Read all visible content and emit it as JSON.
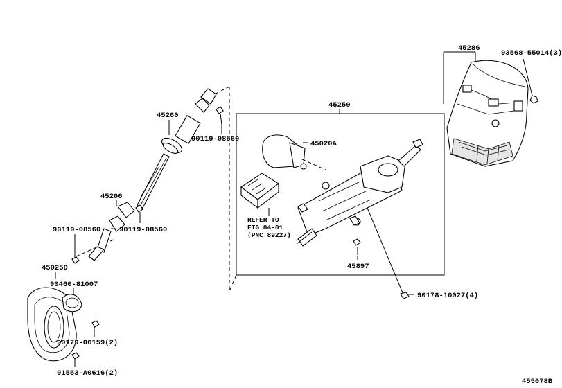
{
  "labels": {
    "p45286": "45286",
    "p93568": "93568-55014(3)",
    "p45250": "45250",
    "p45260": "45260",
    "p90119a": "90119-08560",
    "p45020A": "45020A",
    "p45206": "45206",
    "p90119b": "90119-08560",
    "p90119c": "90119-08560",
    "refer1": "REFER TO",
    "refer2": "FIG 84-01",
    "refer3": "(PNC 89227)",
    "p45897": "45897",
    "p45025D": "45025D",
    "p90460": "90460-81007",
    "p90178": "90178-10027(4)",
    "p90179": "90179-06159(2)",
    "p91553": "91553-A0616(2)",
    "diagram_id": "455078B"
  }
}
